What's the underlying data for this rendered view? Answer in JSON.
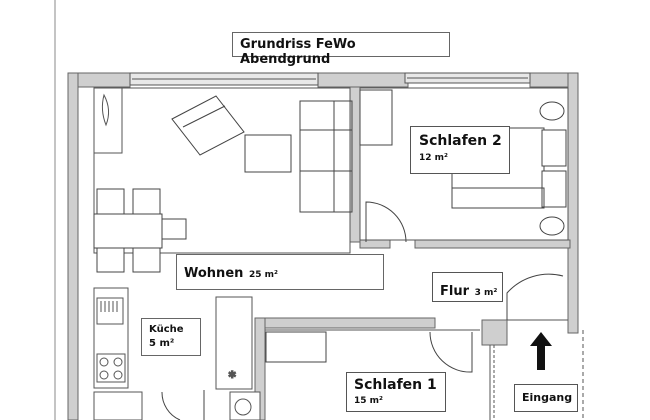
{
  "title": "Grundriss FeWo Abendgrund",
  "rooms": [
    {
      "id": "schlafen2",
      "name": "Schlafen 2",
      "area": "12 m²"
    },
    {
      "id": "wohnen",
      "name": "Wohnen",
      "area": "25 m²"
    },
    {
      "id": "kueche",
      "name": "Küche",
      "area": "5 m²"
    },
    {
      "id": "flur",
      "name": "Flur",
      "area": "3 m²"
    },
    {
      "id": "schlafen1",
      "name": "Schlafen 1",
      "area": "15 m²"
    }
  ],
  "entrance": {
    "label": "Eingang",
    "icon": "arrow-up-icon"
  },
  "colors": {
    "wall": "#cfcfcf",
    "line": "#555555",
    "background": "#ffffff",
    "arrow": "#111111"
  }
}
